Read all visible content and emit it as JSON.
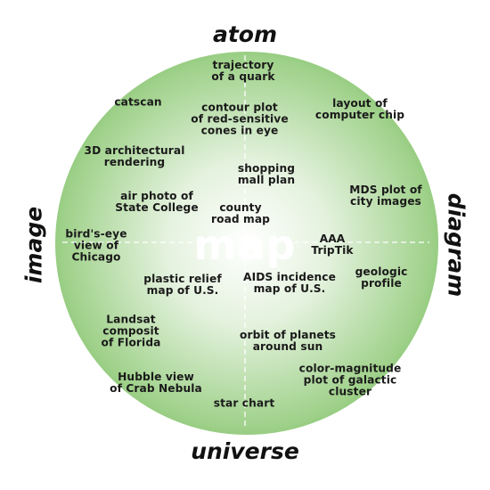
{
  "axes": {
    "top": "atom",
    "bottom": "universe",
    "left": "image",
    "right": "diagram"
  },
  "center": "map",
  "items": [
    "trajectory\nof a quark",
    "catscan",
    "contour plot\nof red-sensitive\ncones in eye",
    "layout of\ncomputer chip",
    "3D architectural\nrendering",
    "shopping\nmall plan",
    "air photo of\nState College",
    "MDS plot of\ncity images",
    "county\nroad map",
    "bird's-eye\nview of\nChicago",
    "AAA\nTripTik",
    "plastic relief\nmap of U.S.",
    "AIDS incidence\nmap of U.S.",
    "geologic\nprofile",
    "Landsat\ncomposit\nof Florida",
    "orbit of planets\naround sun",
    "color-magnitude\nplot of galactic\ncluster",
    "Hubble view\nof Crab Nebula",
    "star chart"
  ]
}
